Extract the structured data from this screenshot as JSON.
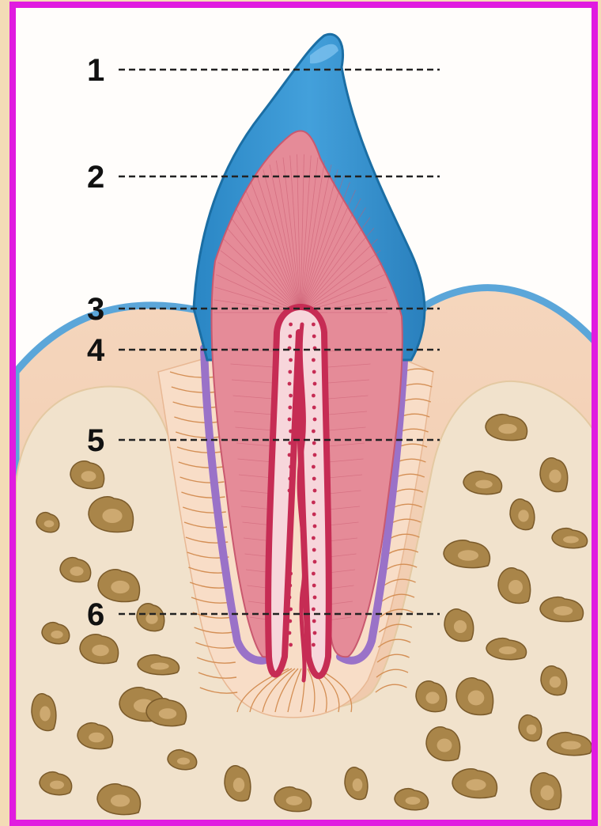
{
  "colors": {
    "page_background": "#f3dcb6",
    "frame_border": "#e01be0",
    "image_background": "#fffdfb",
    "enamel": "#2f8ecb",
    "enamel_outline": "#1b6ea4",
    "gum": "#f2cdb2",
    "gum_epithelium": "#5ba6d9",
    "bone": "#f1e2cc",
    "bone_cavity": "#a98549",
    "bone_cavity_inner": "#cda970",
    "dentin": "#e58b98",
    "dentin_tubules": "#c9596f",
    "pulp_border": "#c62c54",
    "pulp_core": "#f7d6db",
    "cementum": "#9a72c8",
    "ligament_fibers": "#d48f55",
    "ligament_background": "#f8ddc7",
    "leader_line": "#222222",
    "label_text": "#111111"
  },
  "labels": [
    {
      "number": "1",
      "part": "enamel-label"
    },
    {
      "number": "2",
      "part": "dentin-label"
    },
    {
      "number": "3",
      "part": "pulp-chamber-label"
    },
    {
      "number": "4",
      "part": "gum-label"
    },
    {
      "number": "5",
      "part": "periodontal-ligament-label"
    },
    {
      "number": "6",
      "part": "cementum-label"
    }
  ]
}
